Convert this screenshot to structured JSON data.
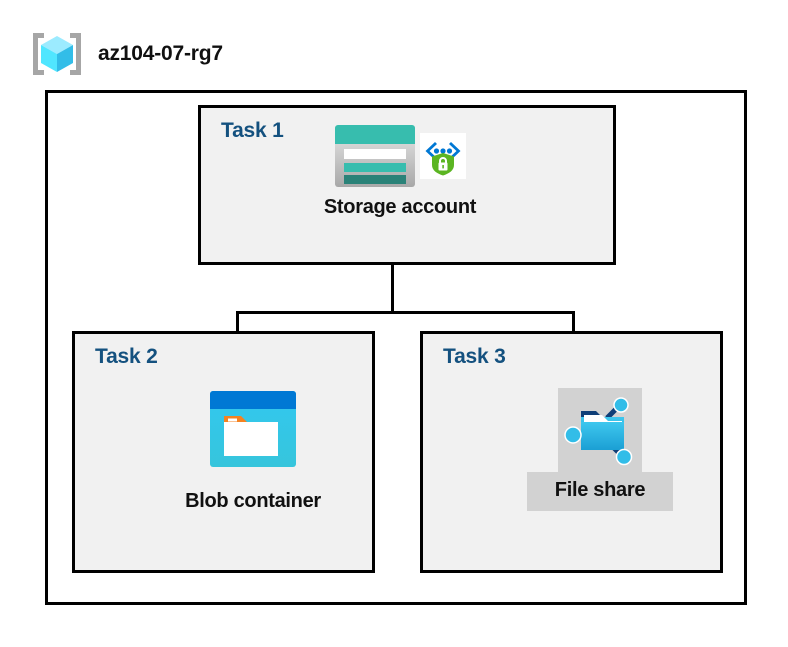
{
  "diagram": {
    "header": {
      "icon": "resource-group-icon",
      "title": "az104-07-rg7"
    },
    "container": {
      "name": "resource-group-boundary"
    },
    "accent_colors": {
      "task_label": "#14517f",
      "box_border": "#000000",
      "task_fill": "#f1f1f1",
      "highlight_fill": "#d2d2d2",
      "storage_teal": "#37bdae",
      "storage_teal_dark": "#1f7a72",
      "blob_blue": "#0078d4",
      "blob_cyan": "#32c8ee",
      "blob_orange": "#f58220",
      "fileshare_cyan": "#32bde8",
      "fileshare_navy": "#0f3e77",
      "shield_green": "#5bb522",
      "bracket_blue": "#0078d4",
      "cube_cyan": "#50e6ff"
    },
    "tasks": [
      {
        "label": "Task 1",
        "resource": {
          "caption": "Storage account",
          "icon": "storage-account-icon",
          "badge_icon": "secure-code-shield-icon"
        }
      },
      {
        "label": "Task 2",
        "resource": {
          "caption": "Blob container",
          "icon": "blob-container-icon"
        }
      },
      {
        "label": "Task 3",
        "resource": {
          "caption": "File share",
          "icon": "file-share-icon",
          "highlighted": true
        }
      }
    ],
    "connectors": [
      {
        "name": "storage-to-bus-trunk"
      },
      {
        "name": "horizontal-bus"
      },
      {
        "name": "bus-to-blob-container"
      },
      {
        "name": "bus-to-file-share"
      }
    ]
  }
}
